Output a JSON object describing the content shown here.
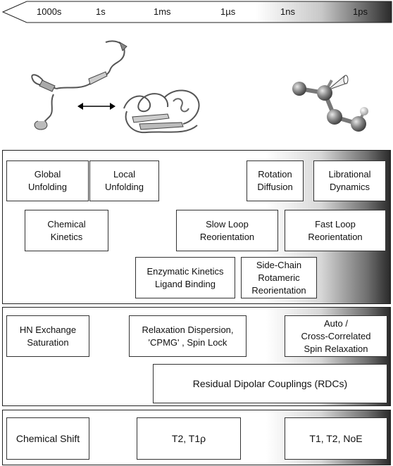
{
  "timescale": {
    "ticks": [
      "1000s",
      "1s",
      "1ms",
      "1µs",
      "1ns",
      "1ps"
    ]
  },
  "molecules": {
    "protein_states_arrow": "double-arrow",
    "icons": [
      "unfolded-protein-icon",
      "folded-protein-icon",
      "side-chain-molecule-icon"
    ]
  },
  "motions": {
    "global_unfolding": "Global\nUnfolding",
    "local_unfolding": "Local\nUnfolding",
    "rotation_diffusion": "Rotation\nDiffusion",
    "librational_dynamics": "Librational\nDynamics",
    "chemical_kinetics": "Chemical\nKinetics",
    "slow_loop": "Slow Loop\nReorientation",
    "fast_loop": "Fast Loop\nReorientation",
    "enzymatic": "Enzymatic Kinetics\nLigand Binding",
    "side_chain": "Side-Chain\nRotameric\nReorientation"
  },
  "experiments": {
    "hn_exchange": "HN Exchange\nSaturation",
    "relaxation_dispersion": "Relaxation Dispersion,\n'CPMG' , Spin Lock",
    "auto_cross": "Auto /\nCross-Correlated\nSpin Relaxation",
    "rdc": "Residual Dipolar Couplings (RDCs)"
  },
  "observables": {
    "chemical_shift": "Chemical Shift",
    "t2_t1rho": "T2, T1ρ",
    "t1_t2_noe": "T1, T2, NoE"
  },
  "colors": {
    "gradient_dark": "#2a2a2a",
    "border": "#222222"
  }
}
